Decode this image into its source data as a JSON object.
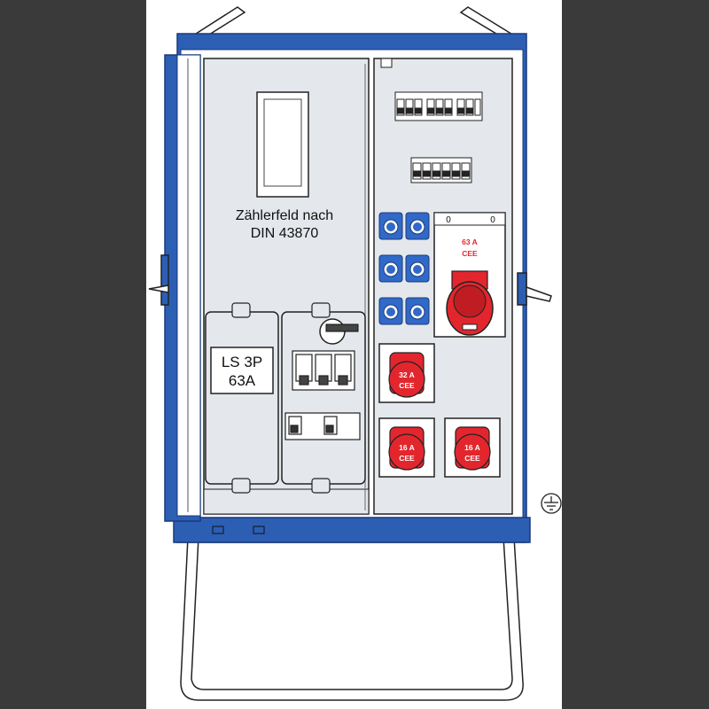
{
  "colors": {
    "background": "#3a3a3a",
    "paper": "#ffffff",
    "cabinet_blue": "#2c5eb4",
    "panel_fill": "#e4e8ec",
    "socket_blue": "#3169c8",
    "cee_red": "#e3262d",
    "outline": "#222222"
  },
  "icons": {
    "earth_symbol": "ground-icon"
  },
  "meter_field": {
    "line1": "Zählerfeld nach",
    "line2": "DIN 43870"
  },
  "main_breaker": {
    "line1": "LS 3P",
    "line2": "63A"
  },
  "cee_sockets": {
    "large": {
      "line1": "63 A",
      "line2": "CEE"
    },
    "mid": {
      "line1": "32 A",
      "line2": "CEE"
    },
    "small_left": {
      "line1": "16 A",
      "line2": "CEE"
    },
    "small_right": {
      "line1": "16 A",
      "line2": "CEE"
    }
  },
  "terminal_labels": {
    "left": "0",
    "right": "0"
  }
}
